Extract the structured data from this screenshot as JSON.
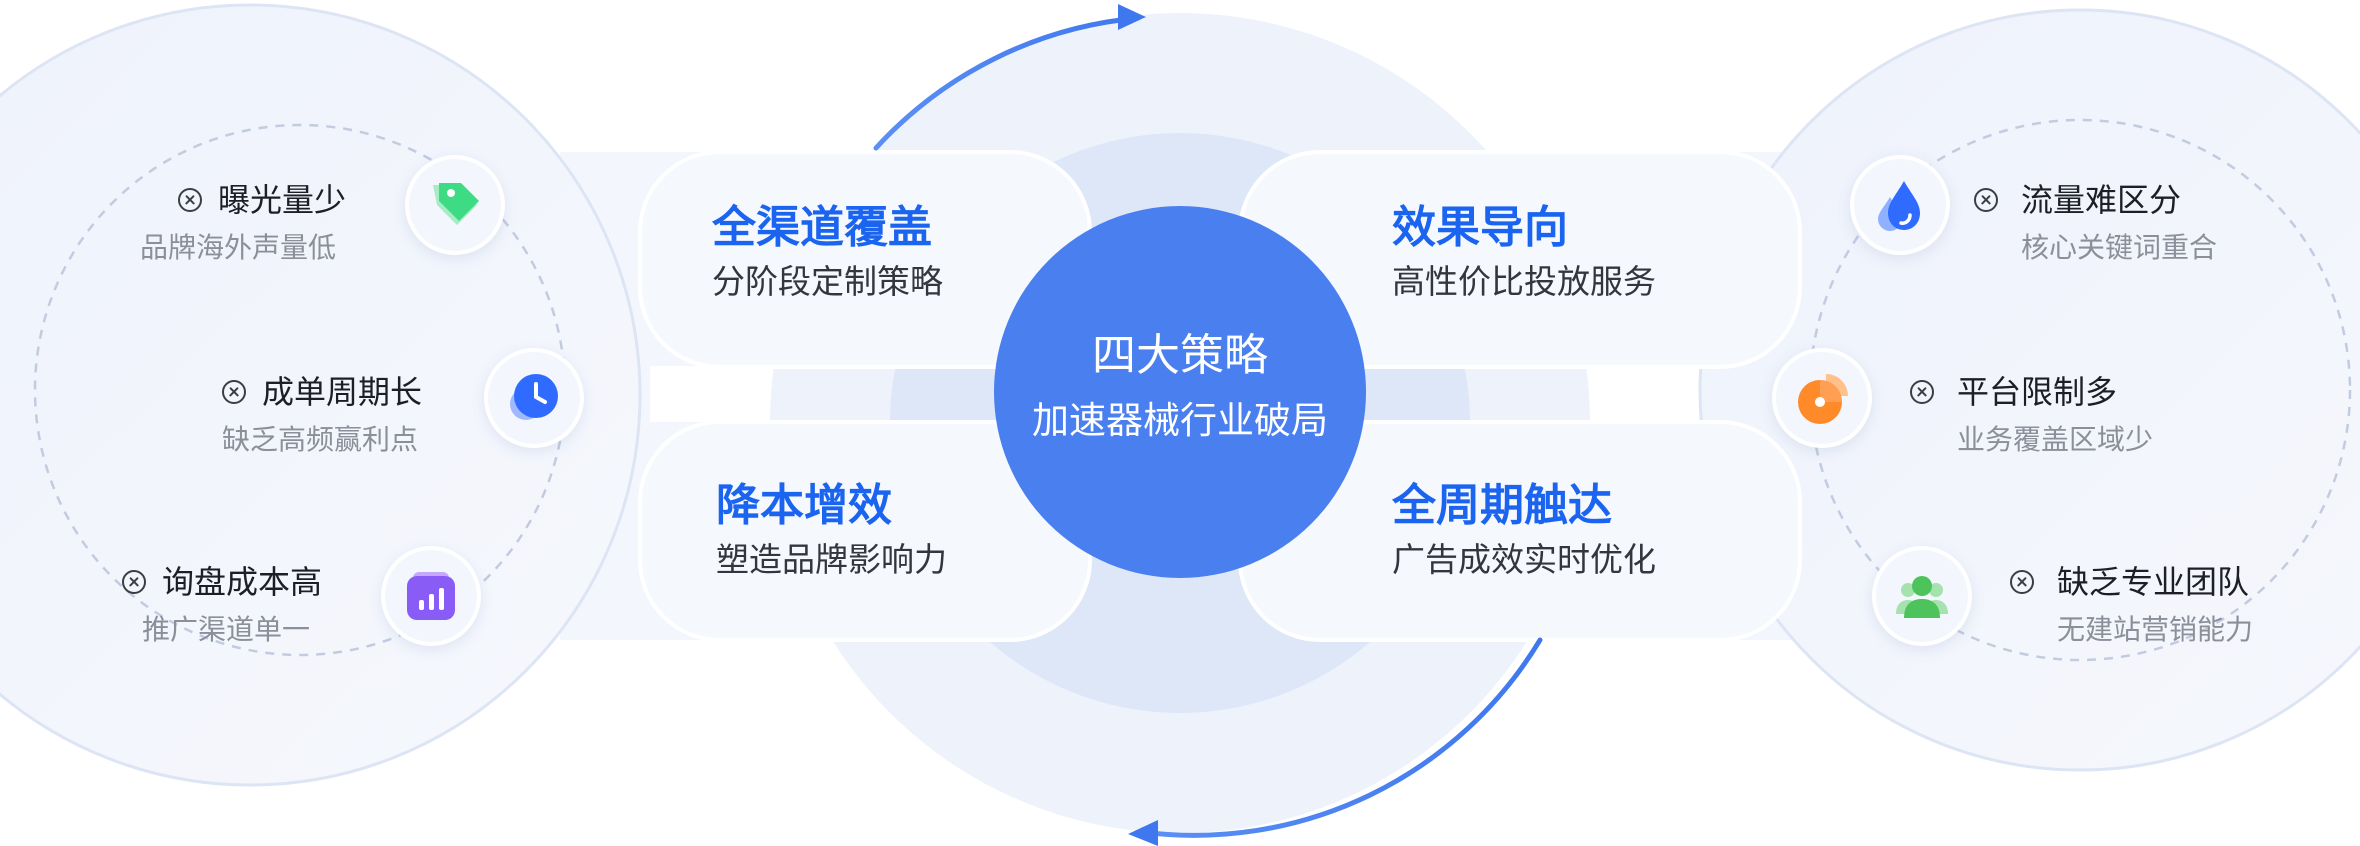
{
  "center": {
    "title": "四大策略",
    "subtitle": "加速器械行业破局"
  },
  "strategies": [
    {
      "title": "全渠道覆盖",
      "subtitle": "分阶段定制策略"
    },
    {
      "title": "效果导向",
      "subtitle": "高性价比投放服务"
    },
    {
      "title": "降本增效",
      "subtitle": "塑造品牌影响力"
    },
    {
      "title": "全周期触达",
      "subtitle": "广告成效实时优化"
    }
  ],
  "left_pain_points": [
    {
      "title": "曝光量少",
      "subtitle": "品牌海外声量低",
      "icon": "tag-icon"
    },
    {
      "title": "成单周期长",
      "subtitle": "缺乏高频赢利点",
      "icon": "clock-icon"
    },
    {
      "title": "询盘成本高",
      "subtitle": "推广渠道单一",
      "icon": "bar-chart-icon"
    }
  ],
  "right_pain_points": [
    {
      "title": "流量难区分",
      "subtitle": "核心关键词重合",
      "icon": "water-drop-icon"
    },
    {
      "title": "平台限制多",
      "subtitle": "业务覆盖区域少",
      "icon": "pie-chart-icon"
    },
    {
      "title": "缺乏专业团队",
      "subtitle": "无建站营销能力",
      "icon": "team-icon"
    }
  ],
  "colors": {
    "primary_blue": "#4a7fef",
    "strategy_title_blue": "#1a64f0",
    "tag_green": "#3ddc84",
    "clock_blue": "#2f6bff",
    "chart_purple": "#8a5cf6",
    "drop_blue": "#2f6bff",
    "pie_orange": "#ff8a2a",
    "team_green": "#4cc45b"
  }
}
